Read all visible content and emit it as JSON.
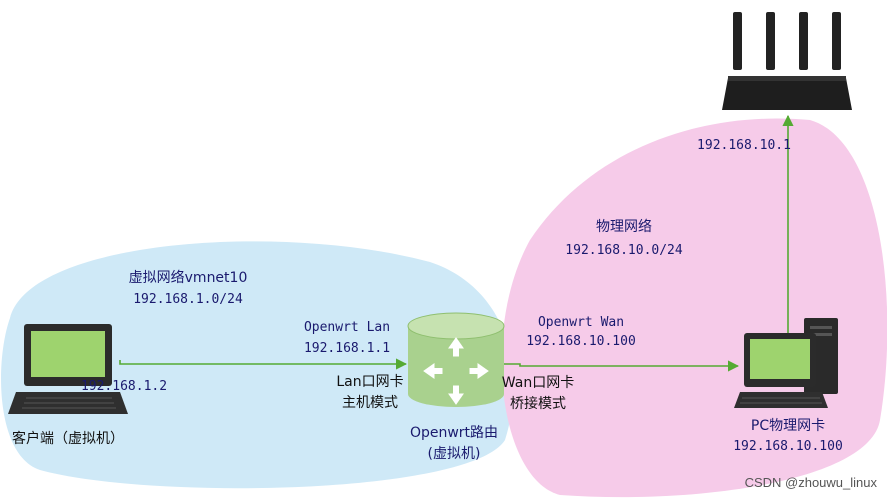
{
  "virtual_network": {
    "name": "虚拟网络vmnet10",
    "subnet": "192.168.1.0/24"
  },
  "physical_network": {
    "name": "物理网络",
    "subnet": "192.168.10.0/24"
  },
  "router_device": {
    "ip": "192.168.10.1"
  },
  "client": {
    "ip": "192.168.1.2",
    "label": "客户端（虚拟机）"
  },
  "openwrt": {
    "lan_name": "Openwrt Lan",
    "lan_ip": "192.168.1.1",
    "lan_nic": "Lan口网卡",
    "lan_mode": "主机模式",
    "wan_name": "Openwrt Wan",
    "wan_ip": "192.168.10.100",
    "wan_nic": "Wan口网卡",
    "wan_mode": "桥接模式",
    "label_line1": "Openwrt路由",
    "label_line2": "(虚拟机)"
  },
  "pc": {
    "label": "PC物理网卡",
    "ip": "192.168.10.100"
  },
  "watermark": "CSDN @zhouwu_linux",
  "colors": {
    "virtual_zone": "#cfe9f7",
    "physical_zone": "#f6cbe9",
    "link": "#55aa33",
    "router_body": "#a9d18e",
    "device_dark": "#222222",
    "screen": "#9ed36e"
  }
}
